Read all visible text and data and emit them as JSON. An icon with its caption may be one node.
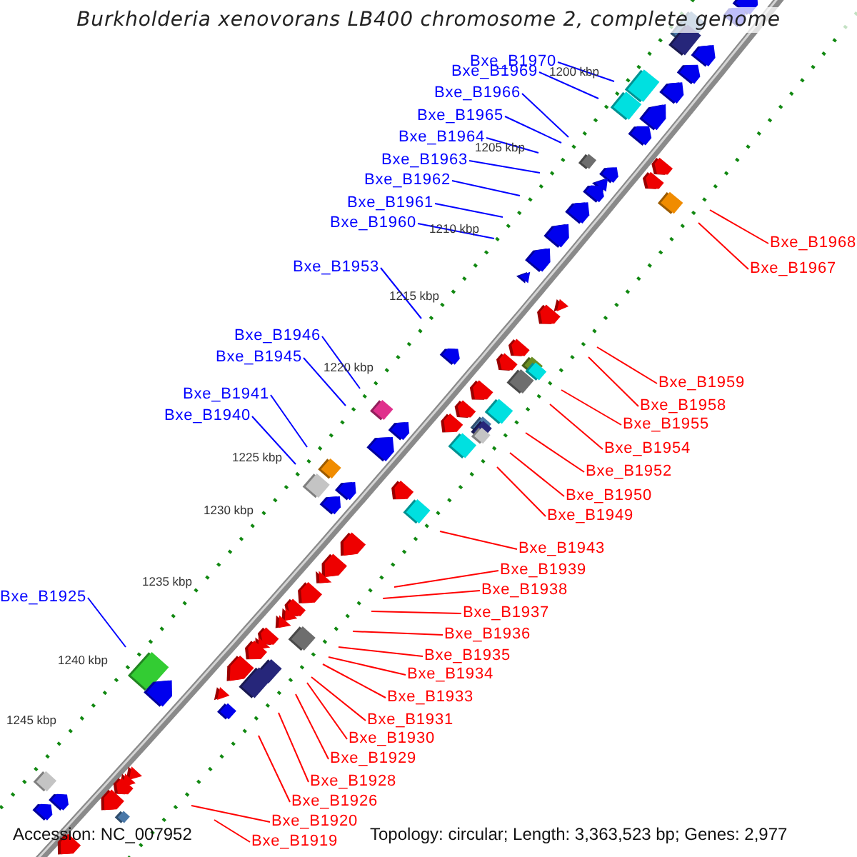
{
  "diagram": {
    "title": "Burkholderia xenovorans LB400 chromosome 2, complete genome",
    "nodes": [
      {
        "text": [
          "Bxe_B1970"
        ]
      },
      {
        "text": [
          "Bxe_B1969"
        ]
      },
      {
        "text": [
          "Bxe_B1966"
        ]
      },
      {
        "text": [
          "Bxe_B1965"
        ]
      },
      {
        "text": [
          "Bxe_B1964"
        ]
      },
      {
        "text": [
          "Bxe_B1963"
        ]
      },
      {
        "text": [
          "Bxe_B1962"
        ]
      },
      {
        "text": [
          "Bxe_B1961"
        ]
      },
      {
        "text": [
          "Bxe_B1960"
        ]
      },
      {
        "text": [
          "Bxe_B1953"
        ]
      },
      {
        "text": [
          "Bxe_B1946"
        ]
      },
      {
        "text": [
          "Bxe_B1945"
        ]
      },
      {
        "text": [
          "Bxe_B1941"
        ]
      },
      {
        "text": [
          "Bxe_B1940"
        ]
      },
      {
        "text": [
          "Bxe_B1925"
        ]
      },
      {
        "text": [
          "Bxe_B1968"
        ]
      },
      {
        "text": [
          "Bxe_B1967"
        ]
      },
      {
        "text": [
          "Bxe_B1959"
        ]
      },
      {
        "text": [
          "Bxe_B1958"
        ]
      },
      {
        "text": [
          "Bxe_B1955"
        ]
      },
      {
        "text": [
          "Bxe_B1954"
        ]
      },
      {
        "text": [
          "Bxe_B1952"
        ]
      },
      {
        "text": [
          "Bxe_B1950"
        ]
      },
      {
        "text": [
          "Bxe_B1949"
        ]
      },
      {
        "text": [
          "Bxe_B1943"
        ]
      },
      {
        "text": [
          "Bxe_B1939"
        ]
      },
      {
        "text": [
          "Bxe_B1938"
        ]
      },
      {
        "text": [
          "Bxe_B1937"
        ]
      },
      {
        "text": [
          "Bxe_B1936"
        ]
      },
      {
        "text": [
          "Bxe_B1935"
        ]
      },
      {
        "text": [
          "Bxe_B1934"
        ]
      },
      {
        "text": [
          "Bxe_B1933"
        ]
      },
      {
        "text": [
          "Bxe_B1931"
        ]
      },
      {
        "text": [
          "Bxe_B1930"
        ]
      },
      {
        "text": [
          "Bxe_B1929"
        ]
      },
      {
        "text": [
          "Bxe_B1928"
        ]
      },
      {
        "text": [
          "Bxe_B1926"
        ]
      },
      {
        "text": [
          "Bxe_B1920"
        ]
      },
      {
        "text": [
          "Bxe_B1919"
        ]
      }
    ],
    "edges": [
      {
        "from": 0,
        "to": null,
        "arrow": "none",
        "color": "#0000ff"
      },
      {
        "from": 1,
        "to": null,
        "arrow": "none",
        "color": "#0000ff"
      },
      {
        "from": 2,
        "to": null,
        "arrow": "none",
        "color": "#0000ff"
      },
      {
        "from": 3,
        "to": null,
        "arrow": "none",
        "color": "#0000ff"
      },
      {
        "from": 4,
        "to": null,
        "arrow": "none",
        "color": "#0000ff"
      },
      {
        "from": 5,
        "to": null,
        "arrow": "none",
        "color": "#0000ff"
      },
      {
        "from": 6,
        "to": null,
        "arrow": "none",
        "color": "#0000ff"
      },
      {
        "from": 7,
        "to": null,
        "arrow": "none",
        "color": "#0000ff"
      },
      {
        "from": 8,
        "to": null,
        "arrow": "none",
        "color": "#0000ff"
      },
      {
        "from": 9,
        "to": null,
        "arrow": "none",
        "color": "#0000ff"
      },
      {
        "from": 10,
        "to": null,
        "arrow": "none",
        "color": "#0000ff"
      },
      {
        "from": 11,
        "to": null,
        "arrow": "none",
        "color": "#0000ff"
      },
      {
        "from": 12,
        "to": null,
        "arrow": "none",
        "color": "#0000ff"
      },
      {
        "from": 13,
        "to": null,
        "arrow": "none",
        "color": "#0000ff"
      },
      {
        "from": 14,
        "to": null,
        "arrow": "none",
        "color": "#0000ff"
      },
      {
        "from": 15,
        "to": null,
        "arrow": "none"
      },
      {
        "from": 16,
        "to": null,
        "arrow": "none"
      },
      {
        "from": 17,
        "to": null,
        "arrow": "none"
      },
      {
        "from": 18,
        "to": null,
        "arrow": "none"
      },
      {
        "from": 19,
        "to": null,
        "arrow": "none"
      },
      {
        "from": 20,
        "to": null,
        "arrow": "none"
      },
      {
        "from": 21,
        "to": null,
        "arrow": "none"
      },
      {
        "from": 22,
        "to": null,
        "arrow": "none"
      },
      {
        "from": 23,
        "to": null,
        "arrow": "none"
      },
      {
        "from": 24,
        "to": null,
        "arrow": "none"
      },
      {
        "from": 25,
        "to": null,
        "arrow": "none"
      },
      {
        "from": 26,
        "to": null,
        "arrow": "none"
      },
      {
        "from": 27,
        "to": null,
        "arrow": "none"
      },
      {
        "from": 28,
        "to": null,
        "arrow": "none"
      },
      {
        "from": 29,
        "to": null,
        "arrow": "none"
      },
      {
        "from": 30,
        "to": null,
        "arrow": "none"
      },
      {
        "from": 31,
        "to": null,
        "arrow": "none"
      },
      {
        "from": 32,
        "to": null,
        "arrow": "none"
      },
      {
        "from": 33,
        "to": null,
        "arrow": "none"
      },
      {
        "from": 34,
        "to": null,
        "arrow": "none"
      },
      {
        "from": 35,
        "to": null,
        "arrow": "none"
      },
      {
        "from": 36,
        "to": null,
        "arrow": "none"
      },
      {
        "from": 37,
        "to": null,
        "arrow": "none"
      },
      {
        "from": 38,
        "to": null,
        "arrow": "none"
      }
    ],
    "labels": [
      "1200 kbp",
      "1205 kbp",
      "1210 kbp",
      "1215 kbp",
      "1220 kbp",
      "1225 kbp",
      "1230 kbp",
      "1235 kbp",
      "1240 kbp",
      "1245 kbp",
      "Accession: NC_007952",
      "Topology: circular; Length: 3,363,523 bp; Genes: 2,977"
    ]
  }
}
